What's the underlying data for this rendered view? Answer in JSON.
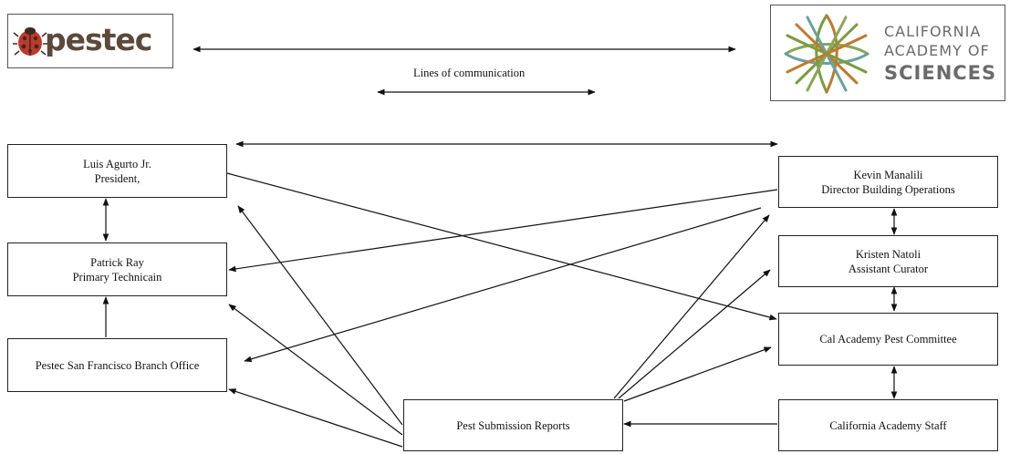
{
  "logos": {
    "pestec": {
      "text": "pestec",
      "bug_color": "#c0392b",
      "text_color": "#5b4a3c"
    },
    "cal_academy": {
      "lines": [
        "CALIFORNIA",
        "ACADEMY OF",
        "SCIENCES"
      ],
      "colors": [
        "#7a9b3c",
        "#c07a2a",
        "#8aa55a",
        "#6aa0a0"
      ]
    }
  },
  "caption": "Lines of communication",
  "boxes": {
    "luis": [
      "Luis Agurto Jr.",
      "President,"
    ],
    "patrick": [
      "Patrick Ray",
      "Primary Technicain"
    ],
    "pestec_sf": [
      "Pestec San Francisco Branch Office"
    ],
    "kevin": [
      "Kevin Manalili",
      "Director Building Operations"
    ],
    "kristen": [
      "Kristen Natoli",
      "Assistant Curator"
    ],
    "committee": [
      "Cal Academy Pest Committee"
    ],
    "staff": [
      "California Academy Staff"
    ],
    "reports": [
      "Pest Submission Reports"
    ]
  }
}
